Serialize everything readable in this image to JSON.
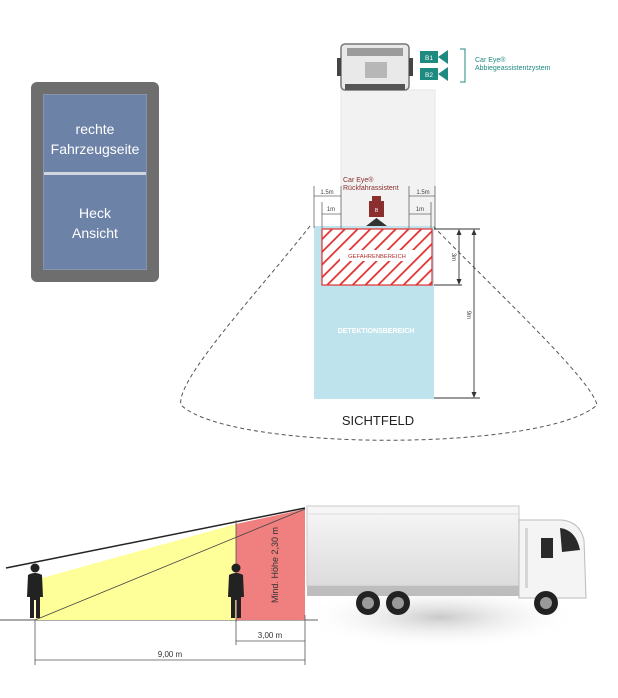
{
  "menu": {
    "side_label_1": "rechte",
    "side_label_2": "Fahrzeugseite",
    "rear_label_1": "Heck",
    "rear_label_2": "Ansicht"
  },
  "top_view": {
    "sensor_1": "B1",
    "sensor_2": "B2",
    "system_label_1": "Car Eye®",
    "system_label_2": "Abbiegeassistentzystem",
    "rear_label_1": "Car Eye®",
    "rear_label_2": "Rückfahrassistent",
    "rear_sensor": "B",
    "dim_left_outer": "1.5m",
    "dim_right_outer": "1.5m",
    "dim_left_inner": "1m",
    "dim_right_inner": "1m",
    "dim_depth_3m": "3m",
    "dim_depth_9m": "9m",
    "danger_label": "GEFAHRENBEREICH",
    "detection_label": "DETEKTIONSBEREICH",
    "field_of_view": "SICHTFELD"
  },
  "side_view": {
    "height_label": "Mind. Höhe 2,30 m",
    "dim_3": "3,00 m",
    "dim_9": "9,00 m"
  },
  "colors": {
    "menu_frame": "#6e6e6e",
    "menu_screen": "#6d82a7",
    "detection": "#bfe3ec",
    "danger": "#e03030",
    "side_yellow": "#ffff99",
    "side_red": "#f07f7f",
    "camera_green": "#1f8a80",
    "rear_camera": "#8a2e2e"
  }
}
